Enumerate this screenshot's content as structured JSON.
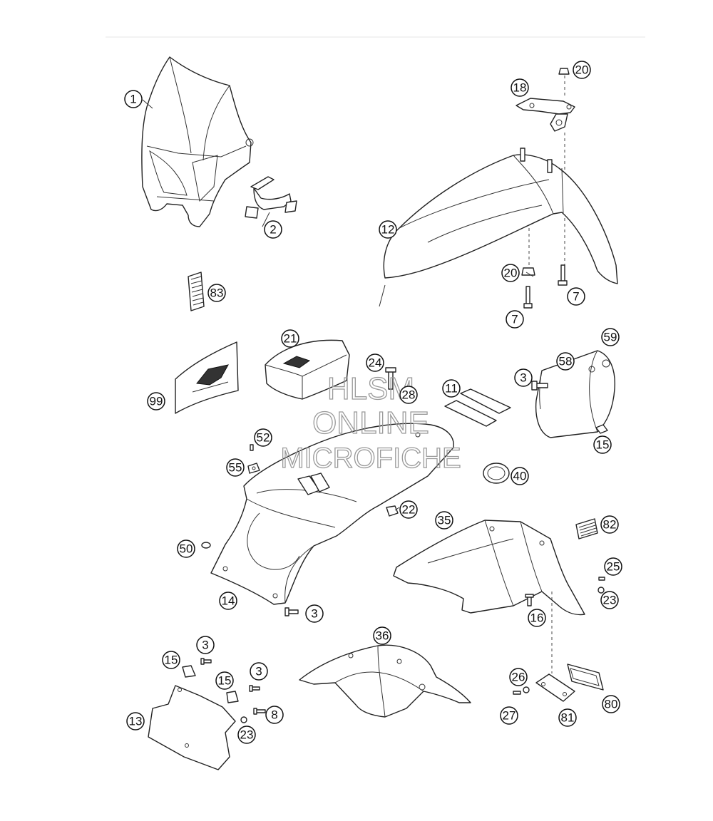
{
  "watermark": {
    "line1": "HLSM",
    "line2": "ONLINE",
    "line3": "MICROFICHE"
  },
  "callouts": [
    {
      "id": "c1",
      "label": "1"
    },
    {
      "id": "c2",
      "label": "2"
    },
    {
      "id": "c83",
      "label": "83"
    },
    {
      "id": "c99",
      "label": "99"
    },
    {
      "id": "c21",
      "label": "21"
    },
    {
      "id": "c24",
      "label": "24"
    },
    {
      "id": "c28",
      "label": "28"
    },
    {
      "id": "c11",
      "label": "11"
    },
    {
      "id": "c3a",
      "label": "3"
    },
    {
      "id": "c58",
      "label": "58"
    },
    {
      "id": "c59",
      "label": "59"
    },
    {
      "id": "c15a",
      "label": "15"
    },
    {
      "id": "c20a",
      "label": "20"
    },
    {
      "id": "c18",
      "label": "18"
    },
    {
      "id": "c12",
      "label": "12"
    },
    {
      "id": "c20b",
      "label": "20"
    },
    {
      "id": "c7a",
      "label": "7"
    },
    {
      "id": "c7b",
      "label": "7"
    },
    {
      "id": "c52",
      "label": "52"
    },
    {
      "id": "c55",
      "label": "55"
    },
    {
      "id": "c40",
      "label": "40"
    },
    {
      "id": "c22",
      "label": "22"
    },
    {
      "id": "c35",
      "label": "35"
    },
    {
      "id": "c82",
      "label": "82"
    },
    {
      "id": "c50",
      "label": "50"
    },
    {
      "id": "c25",
      "label": "25"
    },
    {
      "id": "c23a",
      "label": "23"
    },
    {
      "id": "c14",
      "label": "14"
    },
    {
      "id": "c3b",
      "label": "3"
    },
    {
      "id": "c16",
      "label": "16"
    },
    {
      "id": "c36",
      "label": "36"
    },
    {
      "id": "c3c",
      "label": "3"
    },
    {
      "id": "c15b",
      "label": "15"
    },
    {
      "id": "c15c",
      "label": "15"
    },
    {
      "id": "c3d",
      "label": "3"
    },
    {
      "id": "c13",
      "label": "13"
    },
    {
      "id": "c8",
      "label": "8"
    },
    {
      "id": "c23b",
      "label": "23"
    },
    {
      "id": "c26",
      "label": "26"
    },
    {
      "id": "c27",
      "label": "27"
    },
    {
      "id": "c81",
      "label": "81"
    },
    {
      "id": "c80",
      "label": "80"
    }
  ]
}
